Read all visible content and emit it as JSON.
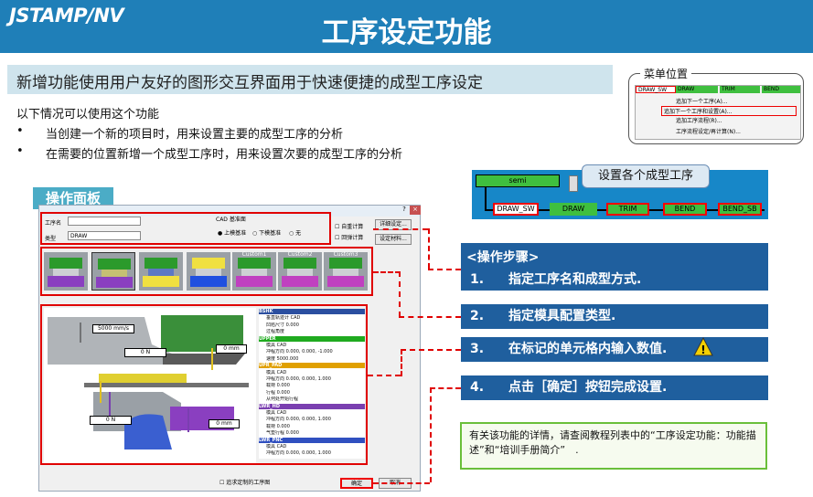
{
  "header": {
    "logo": "JSTAMP/NV",
    "title": "工序设定功能",
    "bg_color": "#1f7fb8"
  },
  "subtitle": "新增功能使用用户友好的图形交互界面用于快速便捷的成型工序设定",
  "intro": {
    "lead": "以下情况可以使用这个功能",
    "bullets": [
      "当创建一个新的项目时，用来设置主要的成型工序的分析",
      "在需要的位置新增一个成型工序时，用来设置次要的成型工序的分析"
    ]
  },
  "menu_location": {
    "label": "菜单位置",
    "strip": [
      "DRAW_SW",
      "DRAW",
      "TRIM",
      "BEND"
    ],
    "items": [
      "追加下一个工序(A)...",
      "追加下一个工序和设置(A)...",
      "追加工序流程(R)...",
      "工序流程设定/再计算(N)..."
    ]
  },
  "process_diagram": {
    "callout": "设置各个成型工序",
    "semi": "semi",
    "stages": [
      "DRAW_SW",
      "DRAW",
      "TRIM",
      "BEND",
      "BEND_SB"
    ]
  },
  "panel": {
    "tab_label": "操作面板",
    "fields": {
      "process_name_label": "工序名",
      "type_label": "类型",
      "type_value": "DRAW",
      "cad_label": "CAD 基准面",
      "cad_options": [
        "上模基准",
        "下模基准",
        "无"
      ],
      "checkboxes": [
        "自重计算",
        "回弹计算"
      ],
      "btn_detail": "详细设定...",
      "btn_material": "设定材料..."
    },
    "dies": [
      "",
      "",
      "",
      "",
      "Custom1",
      "Custom2",
      "Custom3"
    ],
    "section_labels": {
      "speed": "5000 mm/s",
      "force_upper": "0 N",
      "gap_top": "0 mm",
      "force_lower": "0 N",
      "gap_bottom": "0 mm"
    },
    "params": [
      {
        "text": "BSHK",
        "head": true,
        "color": "#2b4fa0"
      },
      {
        "text": "垂直轨迹计 CAD",
        "head": false
      },
      {
        "text": "凹陷尺寸  0.000",
        "head": false
      },
      {
        "text": "过程角度",
        "head": false
      },
      {
        "text": "UPPER",
        "head": true,
        "color": "#1faa1f"
      },
      {
        "text": "模具 CAD",
        "head": false
      },
      {
        "text": "冲程方向  0.000, 0.000, -1.000",
        "head": false
      },
      {
        "text": "速度     5000.000",
        "head": false
      },
      {
        "text": "UPR_PAD",
        "head": true,
        "color": "#e0a000"
      },
      {
        "text": "模具 CAD",
        "head": false
      },
      {
        "text": "冲程方向  0.000, 0.000, 1.000",
        "head": false
      },
      {
        "text": "载荷     0.000",
        "head": false
      },
      {
        "text": "行程     0.000",
        "head": false
      },
      {
        "text": "从何处开始行程",
        "head": false
      },
      {
        "text": "LWR_HD",
        "head": true,
        "color": "#7a3fb0"
      },
      {
        "text": "模具 CAD",
        "head": false
      },
      {
        "text": "冲程方向  0.000, 0.000, 1.000",
        "head": false
      },
      {
        "text": "载荷     0.000",
        "head": false
      },
      {
        "text": "气垫行程  0.000",
        "head": false
      },
      {
        "text": "LWR_PNC",
        "head": true,
        "color": "#3050c0"
      },
      {
        "text": "模具 CAD",
        "head": false
      },
      {
        "text": "冲程方向  0.000, 0.000, 1.000",
        "head": false
      }
    ],
    "bottom_checkbox": "追求定制的工序图",
    "ok_button": "确定",
    "cancel_button": "取消"
  },
  "steps": {
    "heading": "<操作步骤>",
    "items": [
      {
        "num": "1.",
        "text": "指定工序名和成型方式."
      },
      {
        "num": "2.",
        "text": "指定模具配置类型."
      },
      {
        "num": "3.",
        "text": "在标记的单元格内输入数值."
      },
      {
        "num": "4.",
        "text": "点击［确定］按钮完成设置."
      }
    ]
  },
  "note": "有关该功能的详情，请查阅教程列表中的“工序设定功能：功能描述”和“培训手册简介”　."
}
